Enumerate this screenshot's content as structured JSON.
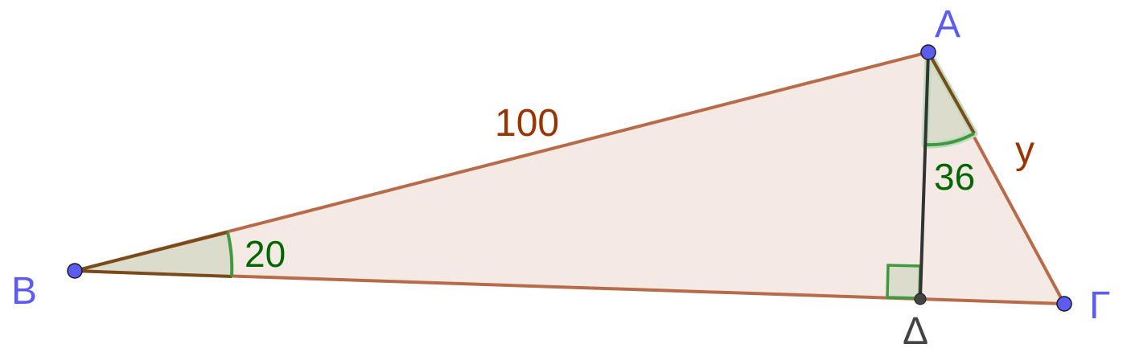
{
  "points": {
    "A": {
      "label": "A",
      "color": "#5c5cf2"
    },
    "B": {
      "label": "B",
      "color": "#5c5cf2"
    },
    "G": {
      "label": "Γ",
      "color": "#5c5cf2"
    },
    "D": {
      "label": "Δ",
      "color": "#444444"
    }
  },
  "sides": {
    "AB": {
      "label": "100",
      "color": "#993300"
    },
    "AG": {
      "label": "y",
      "color": "#993300"
    }
  },
  "angles": {
    "B": {
      "label": "20",
      "color": "#006600"
    },
    "DAG": {
      "label": "36",
      "color": "#006600"
    }
  },
  "colors": {
    "triangle_fill": "#f5e9e4",
    "triangle_edge": "#b86b4a",
    "angle_fill": "#dcdccc",
    "angle_arc": "#3f9a3f",
    "altitude": "#333333"
  }
}
